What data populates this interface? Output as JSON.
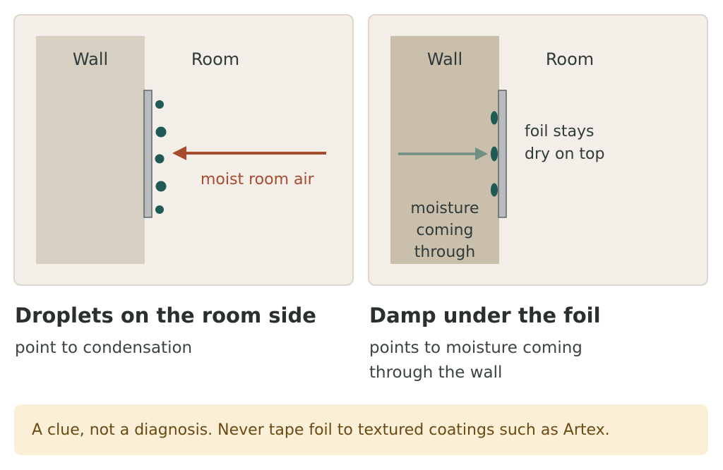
{
  "left_panel": {
    "wall_label": "Wall",
    "room_label": "Room",
    "arrow_label": "moist room air",
    "heading": "Droplets on the room side",
    "subtext": "point to condensation"
  },
  "right_panel": {
    "wall_label": "Wall",
    "room_label": "Room",
    "foil_label_line1": "foil stays",
    "foil_label_line2": "dry on top",
    "moisture_line1": "moisture",
    "moisture_line2": "coming",
    "moisture_line3": "through",
    "heading": "Damp under the foil",
    "subtext_line1": "points to moisture coming",
    "subtext_line2": "through the wall"
  },
  "note": "A clue, not a diagnosis. Never tape foil to textured coatings such as Artex.",
  "colors": {
    "panel_bg": "#f3efe8",
    "wall": "#d7cfc1",
    "wall_damp": "#c9bfab",
    "foil": "#b8bcbf",
    "droplet": "#1f5a57",
    "room_air_arrow": "#a84a2e",
    "moisture_arrow": "#6f8e84",
    "note_bg": "#fcefd7",
    "note_text": "#6b4a12"
  }
}
